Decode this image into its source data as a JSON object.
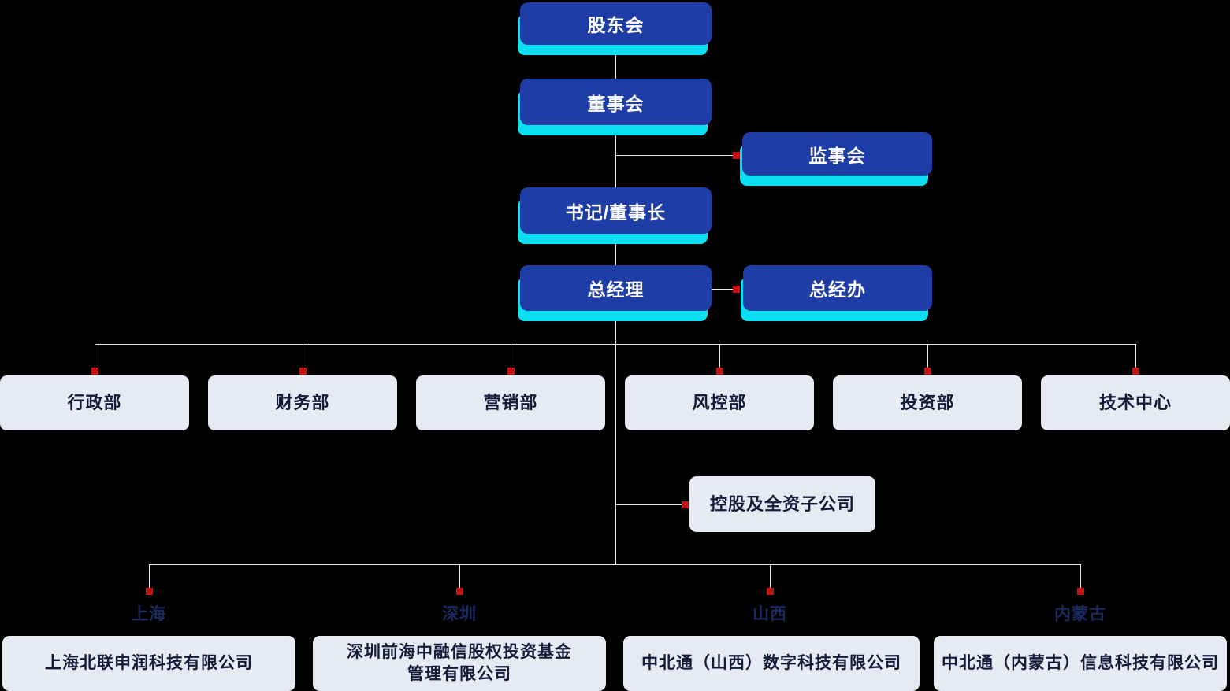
{
  "palette": {
    "background": "#000000",
    "primary_box_bg": "#1e3da6",
    "primary_box_text": "#ffffff",
    "accent_shadow": "#0cdff2",
    "dept_box_bg": "#e6ebf3",
    "dept_box_text": "#131c38",
    "line_color": "#e9e9e9",
    "connector_dot": "#c51212",
    "region_label_text": "#1b2a5e"
  },
  "governance": {
    "shareholders": "股东会",
    "board": "董事会",
    "supervisory": "监事会",
    "secretary_chairman": "书记/董事长",
    "general_manager": "总经理",
    "gm_office": "总经办"
  },
  "departments": [
    "行政部",
    "财务部",
    "营销部",
    "风控部",
    "投资部",
    "技术中心"
  ],
  "subsidiaries": {
    "header": "控股及全资子公司",
    "regions": [
      "上海",
      "深圳",
      "山西",
      "内蒙古"
    ],
    "companies": [
      "上海北联申润科技有限公司",
      "深圳前海中融信股权投资基金管理有限公司",
      "中北通（山西）数字科技有限公司",
      "中北通（内蒙古）信息科技有限公司"
    ]
  }
}
